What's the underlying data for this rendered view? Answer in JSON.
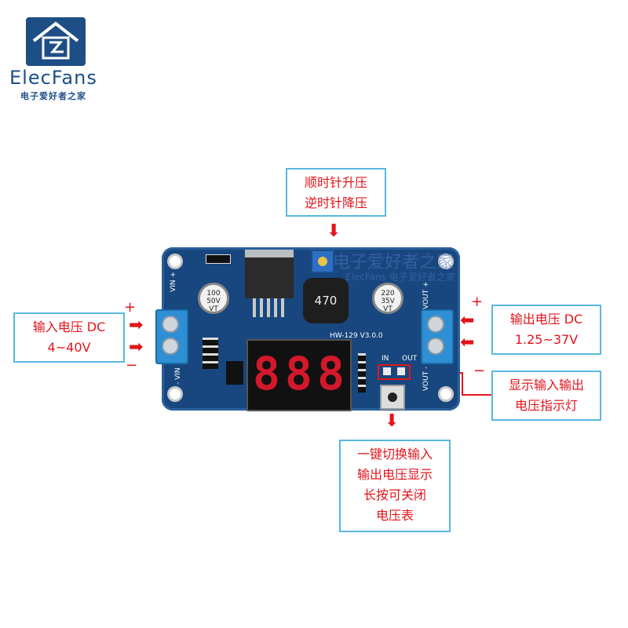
{
  "logo": {
    "name": "ElecFans",
    "subtitle": "电子爱好者之家",
    "watermark_cn": "电子爱好者之家",
    "watermark_en": "ElecFans 电子爱好者之家"
  },
  "callouts": {
    "potentiometer": [
      "顺时针升压",
      "逆时针降压"
    ],
    "input": [
      "输入电压 DC",
      "4~40V"
    ],
    "output": [
      "输出电压 DC",
      "1.25~37V"
    ],
    "indicator": [
      "显示输入输出",
      "电压指示灯"
    ],
    "button": [
      "一键切换输入",
      "输出电压显示",
      "长按可关闭",
      "电压表"
    ]
  },
  "board": {
    "model": "HW-129 V3.0.0",
    "vin_plus": "VIN +",
    "vin_minus": "- VIN",
    "vout_plus": "VOUT +",
    "vout_minus": "VOUT -",
    "in_label": "IN",
    "out_label": "OUT",
    "cap1": [
      "100",
      "50V",
      "VT"
    ],
    "cap2": [
      "220",
      "35V",
      "VT"
    ],
    "inductor": "470",
    "display_digits": [
      "8",
      "8",
      "8"
    ]
  },
  "signs": {
    "plus": "+",
    "minus": "−"
  },
  "colors": {
    "accent": "#e3141b",
    "callout_border": "#58b9e0",
    "pcb": "#17477e",
    "terminal": "#2f8fd4"
  }
}
